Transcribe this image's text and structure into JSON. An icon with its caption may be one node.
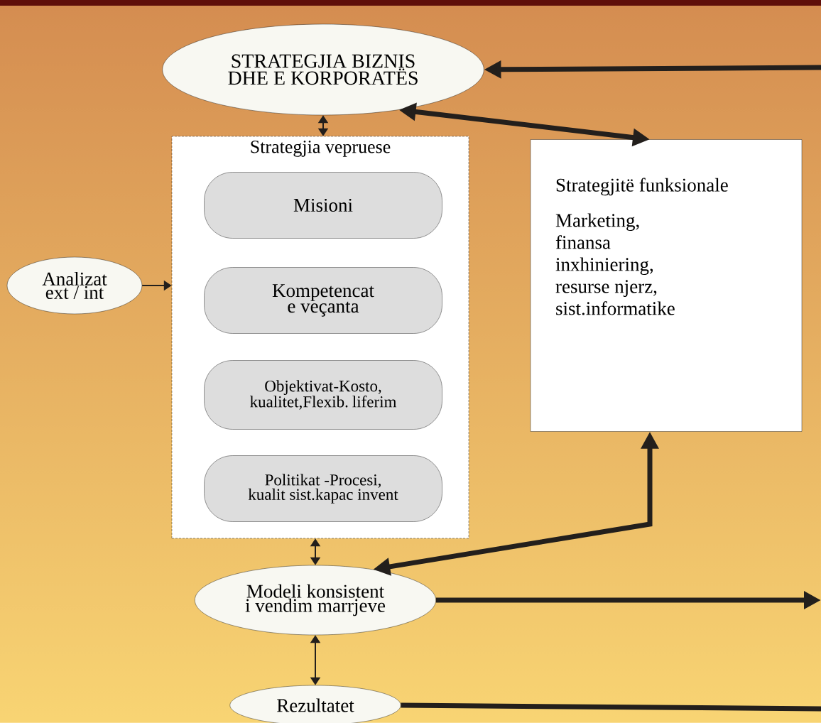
{
  "diagram": {
    "nodes": [
      {
        "text": [
          "STRATEGJIA BIZNIS DHE E KORPORATËS"
        ]
      },
      {
        "text": [
          "Strategjia vepruese"
        ]
      },
      {
        "text": [
          "Misioni"
        ],
        "in": 1
      },
      {
        "text": [
          "Kompetencat e veçanta"
        ],
        "in": 1
      },
      {
        "text": [
          "Objektivat-Kosto, kualitet,Flexib. liferim"
        ],
        "in": 1
      },
      {
        "text": [
          "Politikat -Procesi, kualit sist.kapac invent"
        ],
        "in": 1
      },
      {
        "text": [
          "Strategjitë funksionale",
          "Marketing, finansa inxhiniering, resurse njerz, sist.informatike"
        ]
      },
      {
        "text": [
          "Analizat ext / int"
        ]
      },
      {
        "text": [
          "Modeli konsistent i vendim marrjeve"
        ]
      },
      {
        "text": [
          "Rezultatet"
        ]
      }
    ],
    "edges": [
      {
        "from": null,
        "to": 0,
        "arrow": "to"
      },
      {
        "from": 0,
        "to": 6,
        "arrow": "both"
      },
      {
        "from": 0,
        "to": 1,
        "arrow": "both"
      },
      {
        "from": 7,
        "to": 1,
        "arrow": "to"
      },
      {
        "from": 1,
        "to": 8,
        "arrow": "both"
      },
      {
        "from": 8,
        "to": 6,
        "arrow": "both"
      },
      {
        "from": 8,
        "to": null,
        "arrow": "to"
      },
      {
        "from": 8,
        "to": 9,
        "arrow": "both"
      },
      {
        "from": 9,
        "to": null,
        "arrow": "none"
      }
    ]
  }
}
